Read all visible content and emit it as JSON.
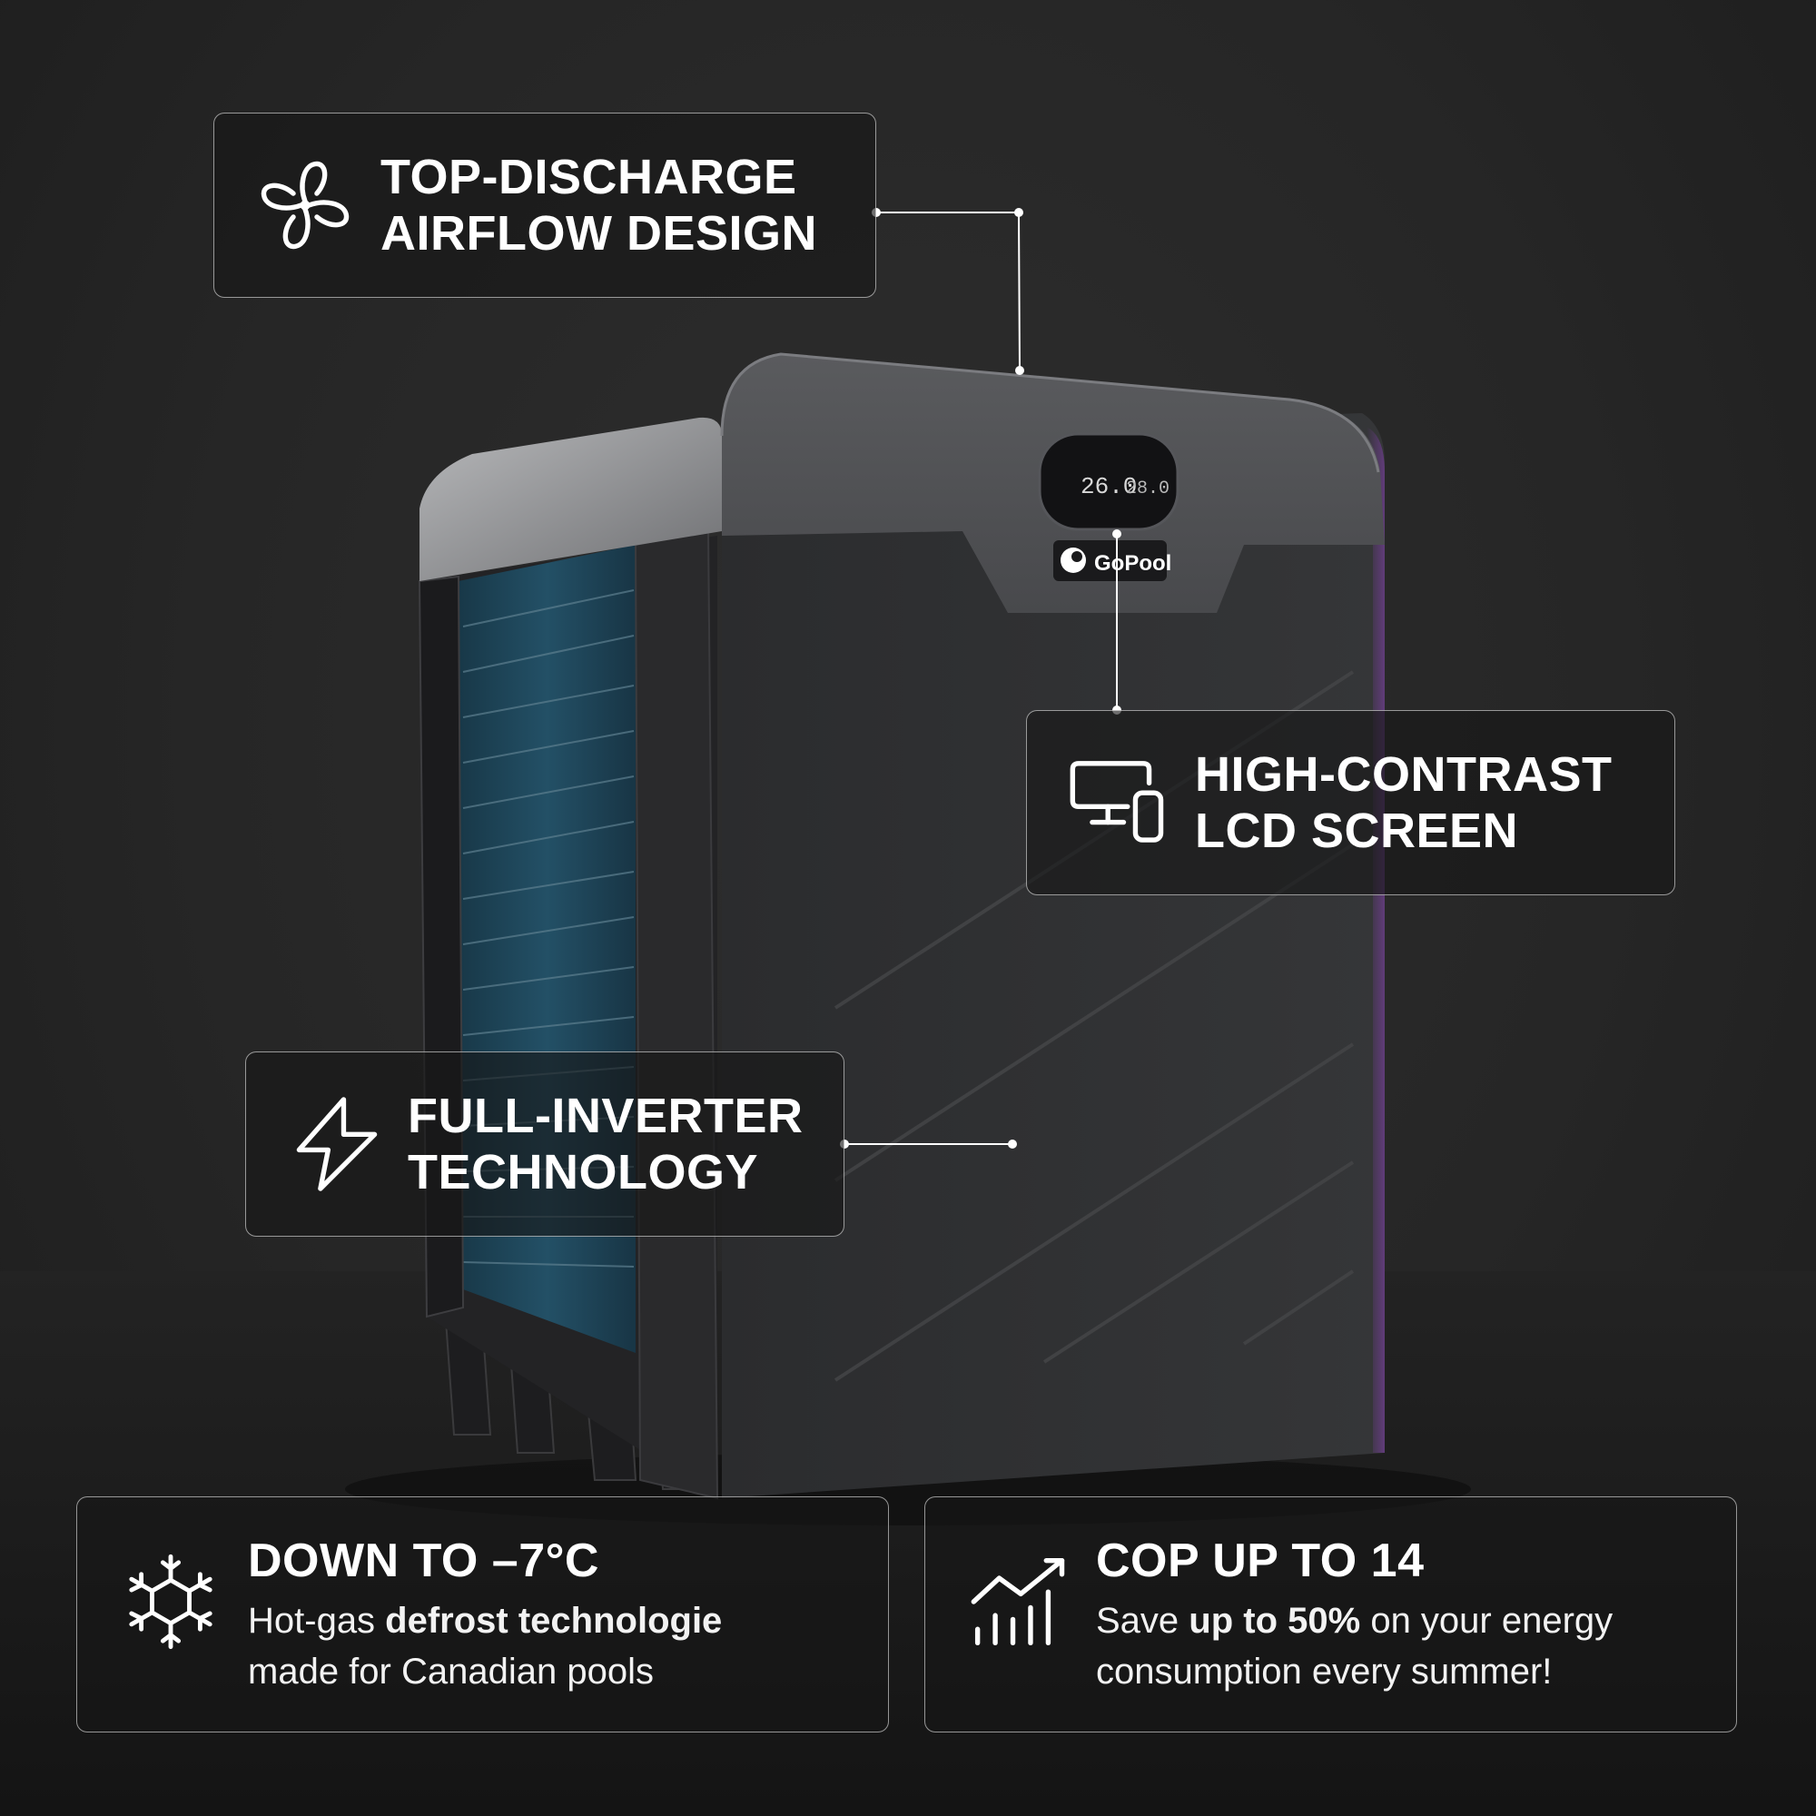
{
  "product": {
    "brand": "GoPool",
    "display_left": "26.0",
    "display_right": "28.0"
  },
  "callouts": {
    "top_discharge": {
      "line1": "TOP-DISCHARGE",
      "line2": "AIRFLOW DESIGN",
      "icon": "fan-icon"
    },
    "lcd_screen": {
      "line1": "HIGH-CONTRAST",
      "line2": "LCD SCREEN",
      "icon": "devices-icon"
    },
    "full_inverter": {
      "line1": "FULL-INVERTER",
      "line2": "TECHNOLOGY",
      "icon": "lightning-icon"
    }
  },
  "features": {
    "cold": {
      "title": "DOWN TO –7°C",
      "desc_pre": "Hot-gas ",
      "desc_bold": "defrost technologie",
      "desc_line2": "made for Canadian pools",
      "icon": "snowflake-icon"
    },
    "cop": {
      "title": "COP UP TO 14",
      "desc_pre": "Save ",
      "desc_bold": "up to 50%",
      "desc_post": " on your energy",
      "desc_line2": "consumption every summer!",
      "icon": "growth-chart-icon"
    }
  },
  "colors": {
    "background": "#262626",
    "coil": "#1f4556",
    "accent_glow": "#7a3fa0"
  }
}
